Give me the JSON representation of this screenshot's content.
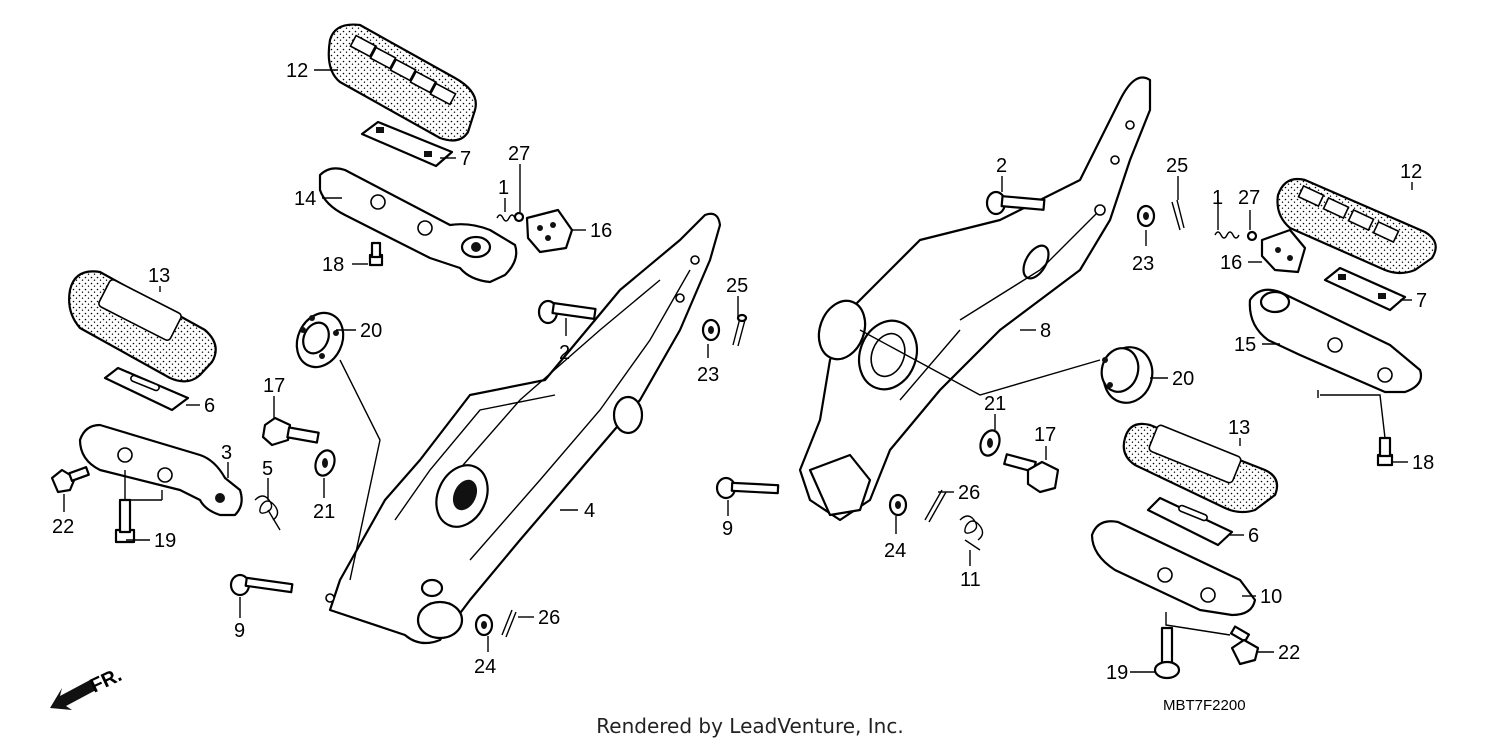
{
  "diagram": {
    "code": "MBT7F2200",
    "credit": "Rendered by LeadVenture, Inc.",
    "direction_label": "FR.",
    "callouts": {
      "l12": "12",
      "l7": "7",
      "l27": "27",
      "l1": "1",
      "l14": "14",
      "l16": "16",
      "l18": "18",
      "l13": "13",
      "l6": "6",
      "l20": "20",
      "l25": "25",
      "l2": "2",
      "l23": "23",
      "l17": "17",
      "l3": "3",
      "l5": "5",
      "l21": "21",
      "l4": "4",
      "l22": "22",
      "l19": "19",
      "l9": "9",
      "l24": "24",
      "l26": "26",
      "r2": "2",
      "r25": "25",
      "r1": "1",
      "r27": "27",
      "r12": "12",
      "r23": "23",
      "r16": "16",
      "r7": "7",
      "r8": "8",
      "r15": "15",
      "r20": "20",
      "r21": "21",
      "r17": "17",
      "r18": "18",
      "r13": "13",
      "r26": "26",
      "r9": "9",
      "r6": "6",
      "r24": "24",
      "r11": "11",
      "r10": "10",
      "r22": "22",
      "r19": "19"
    }
  }
}
